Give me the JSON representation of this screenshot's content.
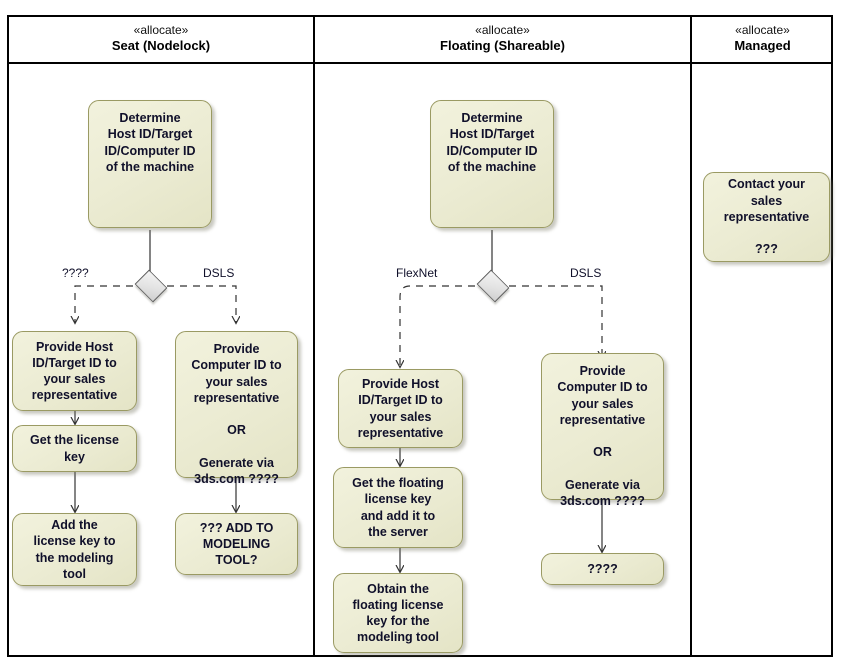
{
  "diagram": {
    "type": "uml-activity-swimlane",
    "title": "License allocation activity diagram",
    "colors": {
      "node_fill": "#ebebd2",
      "node_border": "#9a9a63",
      "frame_border": "#000000",
      "decision_fill": "#e3e3e3",
      "connector": "#333333",
      "text": "#10102a"
    }
  },
  "lanes": [
    {
      "stereotype": "«allocate»",
      "name": "Seat (Nodelock)"
    },
    {
      "stereotype": "«allocate»",
      "name": "Floating (Shareable)"
    },
    {
      "stereotype": "«allocate»",
      "name": "Managed"
    }
  ],
  "nodes": {
    "lane1_determine": "Determine\nHost ID/Target\nID/Computer ID\nof the machine",
    "lane1_left_1": "Provide Host\nID/Target ID to\nyour sales\nrepresentative",
    "lane1_left_2": "Get the license\nkey",
    "lane1_left_3": "Add the\nlicense key to\nthe modeling\ntool",
    "lane1_right_1": "Provide\nComputer ID to\nyour sales\nrepresentative\n\nOR\n\nGenerate via\n3ds.com ????",
    "lane1_right_2": "??? ADD TO\nMODELING\nTOOL?",
    "lane2_determine": "Determine\nHost ID/Target\nID/Computer ID\nof the machine",
    "lane2_left_1": "Provide Host\nID/Target ID to\nyour sales\nrepresentative",
    "lane2_left_2": "Get the floating\nlicense key\nand add it to\nthe server",
    "lane2_left_3": "Obtain the\nfloating license\nkey for the\nmodeling tool",
    "lane2_right_1": "Provide\nComputer ID to\nyour sales\nrepresentative\n\nOR\n\nGenerate via\n3ds.com ????",
    "lane2_right_2": "????",
    "lane3_contact": "Contact your\nsales\nrepresentative\n\n???"
  },
  "guards": {
    "lane1_left": "????",
    "lane1_right": "DSLS",
    "lane2_left": "FlexNet",
    "lane2_right": "DSLS"
  }
}
